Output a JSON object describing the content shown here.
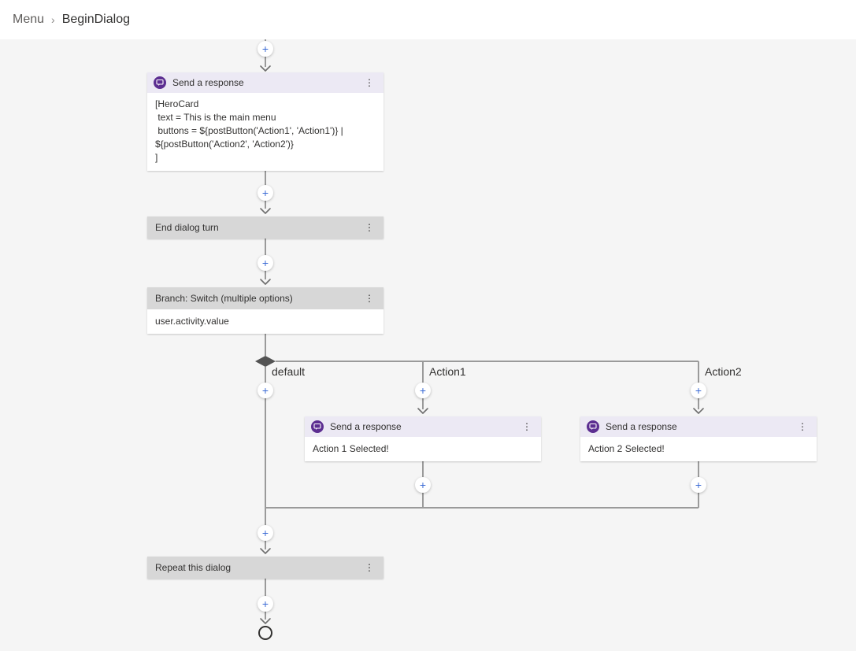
{
  "breadcrumb": {
    "menu": "Menu",
    "separator": "›",
    "current": "BeginDialog"
  },
  "ui": {
    "plus": "+",
    "kebab": "⋮"
  },
  "colors": {
    "accent_purple": "#5c2e91",
    "header_lavender": "#ece9f4",
    "header_gray": "#d7d7d7",
    "canvas": "#f5f5f5",
    "plus_blue": "#3b6bd5",
    "connector": "#979593"
  },
  "nodes": {
    "send_main": {
      "title": "Send a response",
      "body": "[HeroCard\n text = This is the main menu\n buttons = ${postButton('Action1', 'Action1')} |\n${postButton('Action2', 'Action2')}\n]"
    },
    "end_turn": {
      "title": "End dialog turn"
    },
    "switch": {
      "title": "Branch: Switch (multiple options)",
      "body": "user.activity.value"
    },
    "send_action1": {
      "title": "Send a response",
      "body": "Action 1 Selected!"
    },
    "send_action2": {
      "title": "Send a response",
      "body": "Action 2 Selected!"
    },
    "repeat": {
      "title": "Repeat this dialog"
    }
  },
  "branches": {
    "default_label": "default",
    "case1_label": "Action1",
    "case2_label": "Action2"
  }
}
